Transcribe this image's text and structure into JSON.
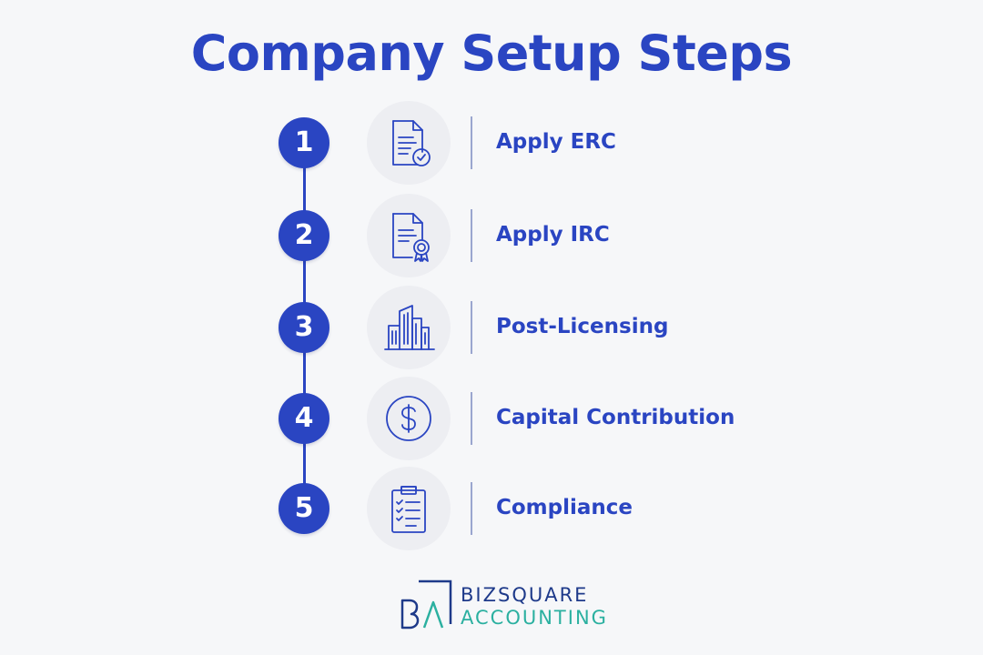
{
  "title": "Company Setup Steps",
  "colors": {
    "primary": "#2a45c2",
    "background": "#f6f7f9",
    "icon_circle": "#edeef2",
    "logo_navy": "#1e3a8a",
    "logo_teal": "#2bb0a0"
  },
  "steps": [
    {
      "number": "1",
      "label": "Apply ERC",
      "icon": "document-check-icon"
    },
    {
      "number": "2",
      "label": "Apply IRC",
      "icon": "document-certificate-icon"
    },
    {
      "number": "3",
      "label": "Post-Licensing",
      "icon": "buildings-icon"
    },
    {
      "number": "4",
      "label": "Capital Contribution",
      "icon": "dollar-coin-icon"
    },
    {
      "number": "5",
      "label": "Compliance",
      "icon": "clipboard-checklist-icon"
    }
  ],
  "logo": {
    "name": "BIZSQUARE",
    "subtitle": "ACCOUNTING",
    "icon": "bizsquare-logo-icon"
  }
}
